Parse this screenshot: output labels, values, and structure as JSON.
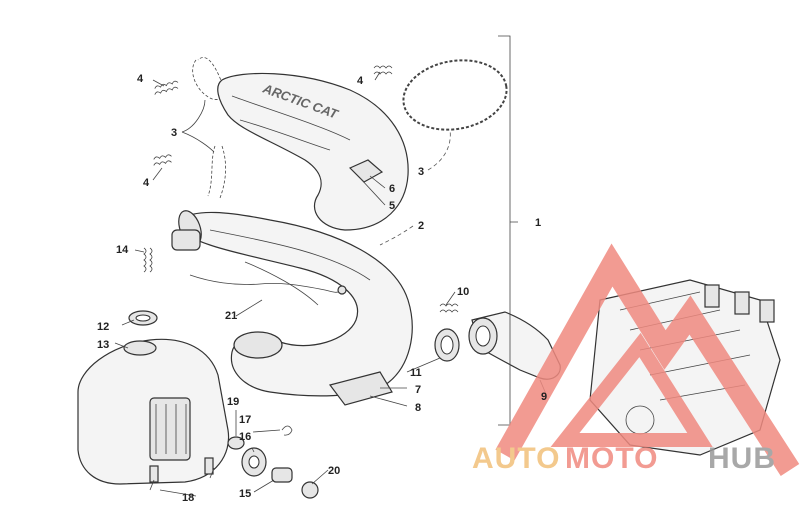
{
  "labels": {
    "p1": "1",
    "p2": "2",
    "p3a": "3",
    "p3b": "3",
    "p4a": "4",
    "p4b": "4",
    "p4c": "4",
    "p5": "5",
    "p6": "6",
    "p7": "7",
    "p8": "8",
    "p9": "9",
    "p10": "10",
    "p11": "11",
    "p12": "12",
    "p13": "13",
    "p14": "14",
    "p15": "15",
    "p16": "16",
    "p17": "17",
    "p18": "18",
    "p19": "19",
    "p20": "20",
    "p21": "21"
  },
  "shield_text": "ARCTIC CAT",
  "watermark": {
    "part1": "AUTO",
    "part2": "MOTO",
    "part3": "HUB",
    "color_red": "#f08a80",
    "color_orange": "#f2c07a",
    "color_gray": "#9a9a9a"
  }
}
